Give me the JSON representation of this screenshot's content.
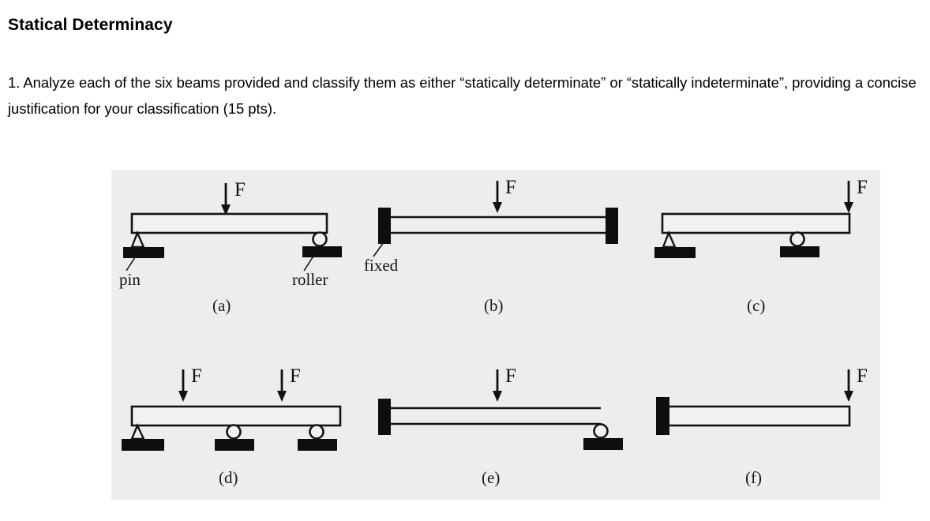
{
  "document": {
    "title": "Statical Determinacy",
    "prompt": "1. Analyze each of the six beams provided and classify them as either “statically determinate” or “statically indeterminate”, providing a concise justification for your classification (15 pts)."
  },
  "figure": {
    "background_color": "#efedec",
    "ink_color": "#111111",
    "force_label": "F",
    "labels": {
      "pin": "pin",
      "roller": "roller",
      "fixed": "fixed"
    },
    "beams": [
      {
        "id": "a",
        "caption": "(a)",
        "description": "simply supported beam, pin at left end, roller at right end, single point load at midspan",
        "supports": [
          "pin",
          "roller"
        ],
        "forces": 1,
        "annotated_labels": [
          "pin",
          "roller"
        ]
      },
      {
        "id": "b",
        "caption": "(b)",
        "description": "beam fixed at both ends with single point load at midspan",
        "supports": [
          "fixed",
          "fixed"
        ],
        "forces": 1,
        "annotated_labels": [
          "fixed"
        ]
      },
      {
        "id": "c",
        "caption": "(c)",
        "description": "overhanging beam, pin at left end, roller at interior point, point load at free right end",
        "supports": [
          "pin",
          "roller"
        ],
        "forces": 1,
        "annotated_labels": []
      },
      {
        "id": "d",
        "caption": "(d)",
        "description": "continuous beam, pin at left end and two rollers, two point loads",
        "supports": [
          "pin",
          "roller",
          "roller"
        ],
        "forces": 2,
        "annotated_labels": []
      },
      {
        "id": "e",
        "caption": "(e)",
        "description": "propped cantilever, fixed at left end, roller at right end, point load at midspan",
        "supports": [
          "fixed",
          "roller"
        ],
        "forces": 1,
        "annotated_labels": []
      },
      {
        "id": "f",
        "caption": "(f)",
        "description": "cantilever beam, fixed at left end, point load at free right end",
        "supports": [
          "fixed"
        ],
        "forces": 1,
        "annotated_labels": []
      }
    ]
  }
}
